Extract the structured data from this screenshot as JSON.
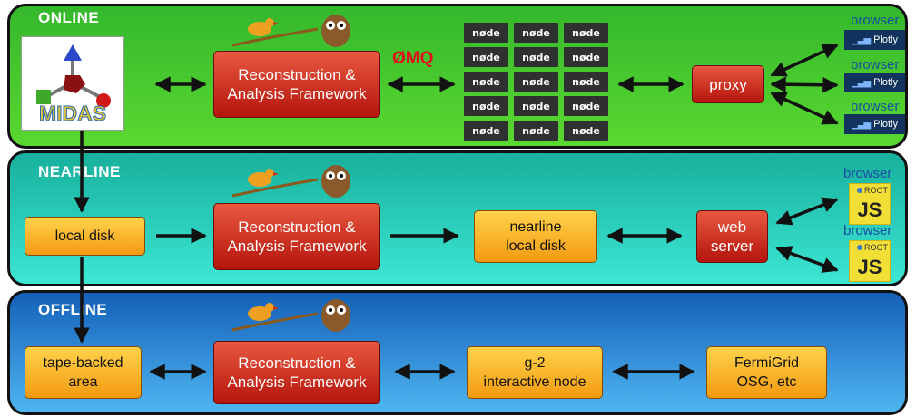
{
  "sections": {
    "online": "ONLINE",
    "nearline": "NEARLINE",
    "offline": "OFFLINE"
  },
  "online": {
    "logo_text": "MIDAS",
    "framework": [
      "Reconstruction &",
      "Analysis Framework"
    ],
    "messaging": "ØMQ",
    "node_label": "nøde",
    "proxy": "proxy",
    "browser_label": "browser",
    "plotly_label": "Plotly"
  },
  "nearline": {
    "local_disk": "local disk",
    "framework": [
      "Reconstruction &",
      "Analysis Framework"
    ],
    "nearline_disk": [
      "nearline",
      "local disk"
    ],
    "web_server": [
      "web",
      "server"
    ],
    "browser_label": "browser",
    "root_label": "ROOT",
    "js_label": "JS"
  },
  "offline": {
    "tape": [
      "tape-backed",
      "area"
    ],
    "framework": [
      "Reconstruction &",
      "Analysis Framework"
    ],
    "g2_node": [
      "g-2",
      "interactive node"
    ],
    "fermigrid": [
      "FermiGrid",
      "OSG, etc"
    ]
  },
  "colors": {
    "online_band": "#34b82c",
    "nearline_band": "#17b09c",
    "offline_band": "#1460b8",
    "framework_box": "#d0301f",
    "storage_box": "#f7b52a",
    "zeromq": "#e0101d"
  }
}
